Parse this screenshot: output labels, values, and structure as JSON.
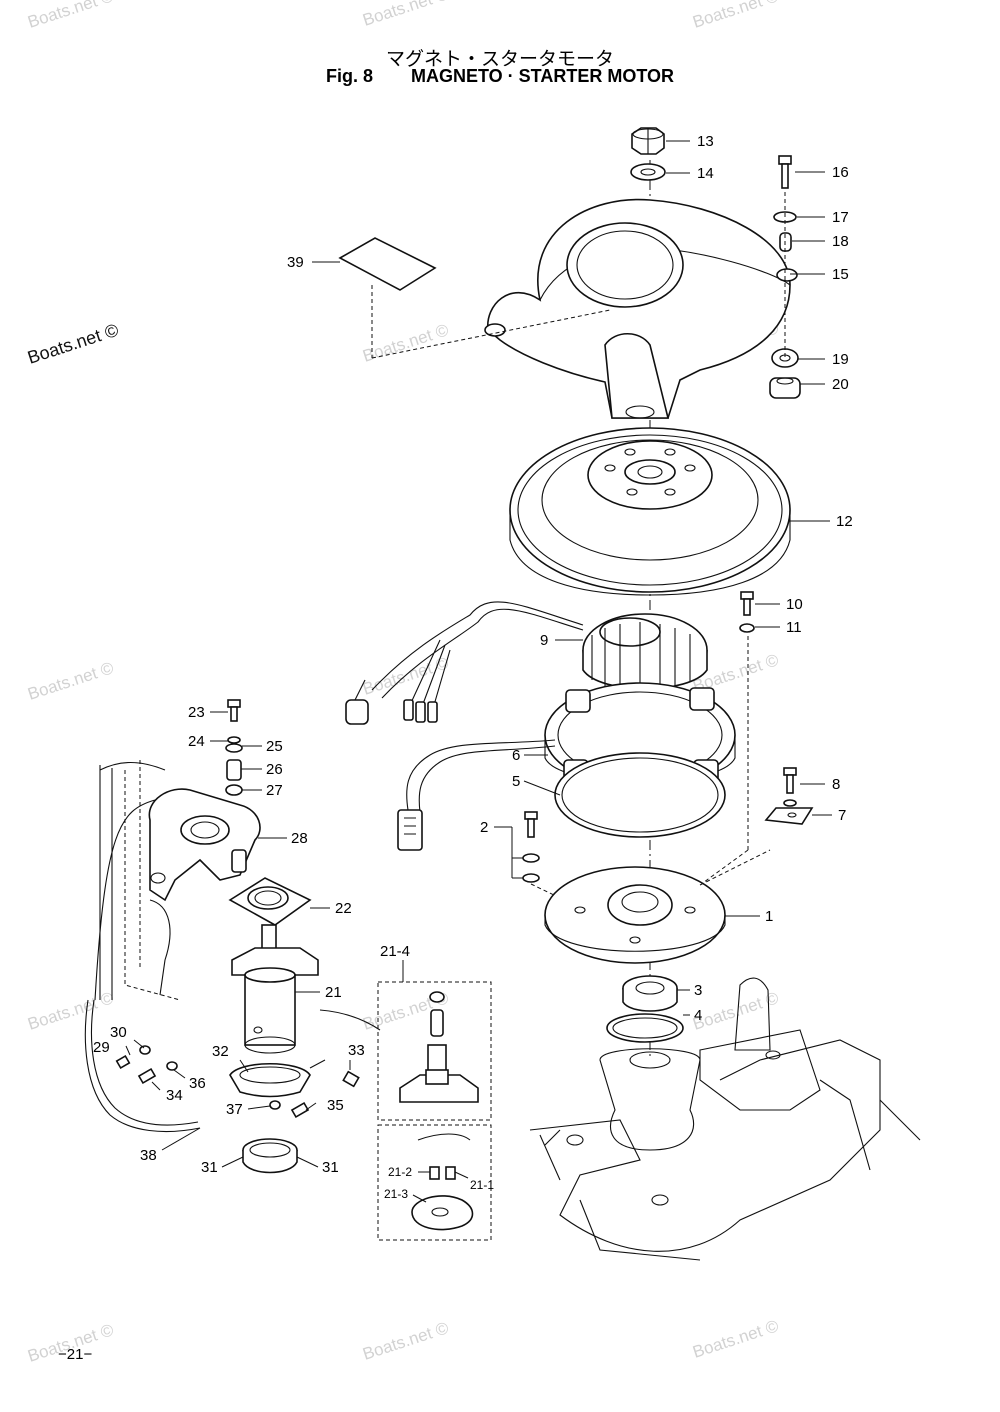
{
  "header": {
    "title_jp": "マグネト・スタータモータ",
    "fig_label": "Fig. 8",
    "title_en": "MAGNETO · STARTER MOTOR"
  },
  "watermark": {
    "text": "Boats.net ©"
  },
  "callouts": {
    "c1": "1",
    "c2": "2",
    "c3": "3",
    "c4": "4",
    "c5": "5",
    "c6": "6",
    "c7": "7",
    "c8": "8",
    "c9": "9",
    "c10": "10",
    "c11": "11",
    "c12": "12",
    "c13": "13",
    "c14": "14",
    "c15": "15",
    "c16": "16",
    "c17": "17",
    "c18": "18",
    "c19": "19",
    "c20": "20",
    "c21": "21",
    "c22": "22",
    "c23": "23",
    "c24": "24",
    "c25": "25",
    "c26": "26",
    "c27": "27",
    "c28": "28",
    "c29": "29",
    "c30": "30",
    "c31a": "31",
    "c31b": "31",
    "c32": "32",
    "c33": "33",
    "c34": "34",
    "c35": "35",
    "c36": "36",
    "c37": "37",
    "c38": "38",
    "c39": "39",
    "c21_1": "21-1",
    "c21_2": "21-2",
    "c21_3": "21-3",
    "c21_4": "21-4"
  },
  "footer": {
    "page_number": "−21−"
  }
}
